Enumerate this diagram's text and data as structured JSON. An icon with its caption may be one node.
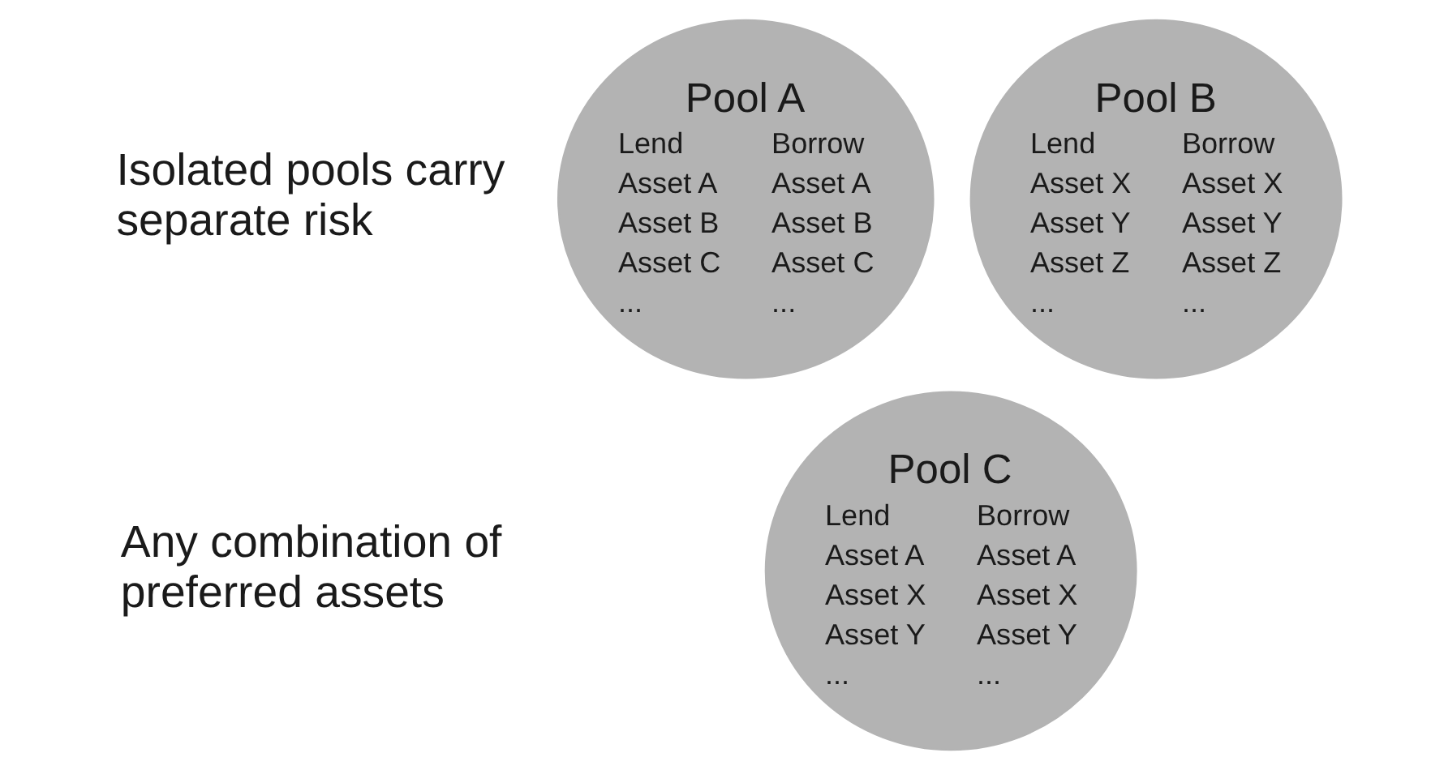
{
  "diagram": {
    "nodes": [
      {
        "text": [
          "Pool A",
          "Lend",
          "Borrow",
          "Asset A",
          "Asset A",
          "Asset B",
          "Asset B",
          "Asset C",
          "Asset C",
          "...",
          "..."
        ]
      },
      {
        "text": [
          "Pool B",
          "Lend",
          "Borrow",
          "Asset X",
          "Asset X",
          "Asset Y",
          "Asset Y",
          "Asset Z",
          "Asset Z",
          "...",
          "..."
        ]
      },
      {
        "text": [
          "Pool C",
          "Lend",
          "Borrow",
          "Asset A",
          "Asset A",
          "Asset X",
          "Asset X",
          "Asset Y",
          "Asset Y",
          "...",
          "..."
        ]
      }
    ],
    "labels": [
      "Isolated pools carry separate risk",
      "Any combination of preferred assets"
    ]
  }
}
